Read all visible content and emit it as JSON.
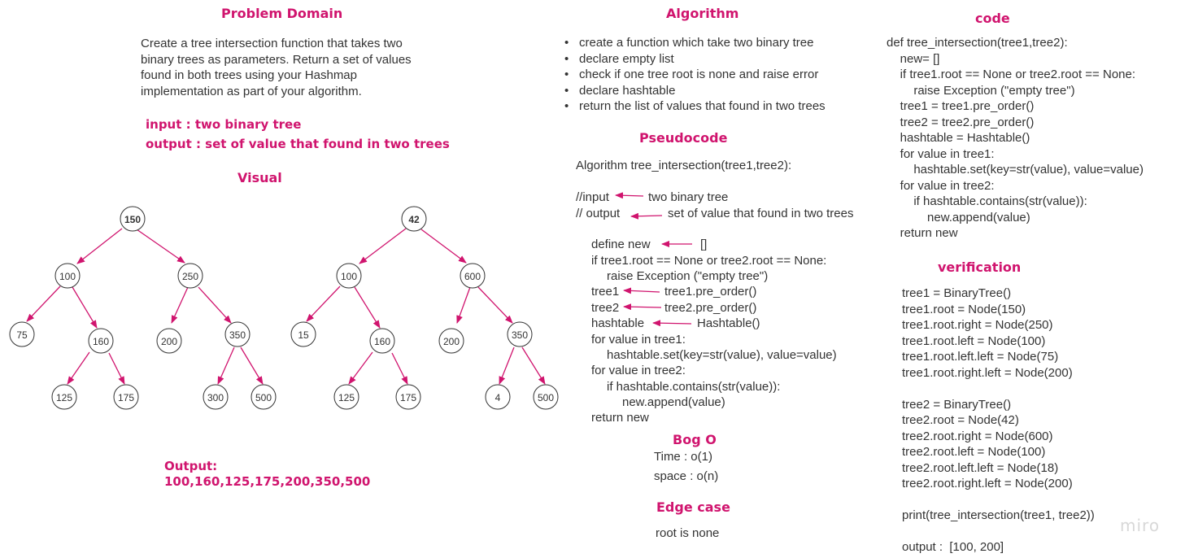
{
  "problem_domain": {
    "title": "Problem Domain",
    "description_lines": [
      "Create a tree intersection function that takes two",
      "binary trees as parameters. Return a set of values",
      "found in both trees using your Hashmap",
      "implementation as part of your algorithm."
    ],
    "input": "input : two binary tree",
    "output": "output : set of value that found in two trees"
  },
  "visual": {
    "title": "Visual",
    "tree1": [
      "150",
      "100",
      "250",
      "75",
      "160",
      "200",
      "350",
      "125",
      "175",
      "300",
      "500"
    ],
    "tree2": [
      "42",
      "100",
      "600",
      "15",
      "160",
      "200",
      "350",
      "125",
      "175",
      "4",
      "500"
    ],
    "output_label": "Output:",
    "output_value": "100,160,125,175,200,350,500"
  },
  "algorithm": {
    "title": "Algorithm",
    "items": [
      "create a function which take two binary tree",
      "declare empty list",
      "check if one tree root is none and raise error",
      "declare hashtable",
      "return the list of values that found in two trees"
    ]
  },
  "pseudocode": {
    "title": "Pseudocode",
    "header": "Algorithm tree_intersection(tree1,tree2):",
    "input_left": "//input",
    "input_right": "two binary tree",
    "output_left": "// output",
    "output_right": "set of value that found in two trees",
    "define_left": "define new",
    "define_right": "[]",
    "if_line": "if tree1.root == None or tree2.root == None:",
    "raise_line": "raise Exception (\"empty tree\")",
    "tree1_left": "tree1",
    "tree1_right": "tree1.pre_order()",
    "tree2_left": "tree2",
    "tree2_right": "tree2.pre_order()",
    "hash_left": "hashtable",
    "hash_right": "Hashtable()",
    "for1": "for value in tree1:",
    "set_line": "hashtable.set(key=str(value), value=value)",
    "for2": "for value in tree2:",
    "if_contains": "if hashtable.contains(str(value)):",
    "append": "new.append(value)",
    "return_line": "return new"
  },
  "big_o": {
    "title": "Bog O",
    "time": "Time : o(1)",
    "space": "space : o(n)"
  },
  "edge_case": {
    "title": "Edge case",
    "text": "root is none"
  },
  "code": {
    "title": "code",
    "lines": [
      "def tree_intersection(tree1,tree2):",
      "    new= []",
      "    if tree1.root == None or tree2.root == None:",
      "        raise Exception (\"empty tree\")",
      "    tree1 = tree1.pre_order()",
      "    tree2 = tree2.pre_order()",
      "    hashtable = Hashtable()",
      "    for value in tree1:",
      "        hashtable.set(key=str(value), value=value)",
      "    for value in tree2:",
      "        if hashtable.contains(str(value)):",
      "            new.append(value)",
      "    return new"
    ]
  },
  "verification": {
    "title": "verification",
    "lines": [
      "tree1 = BinaryTree()",
      "tree1.root = Node(150)",
      "tree1.root.right = Node(250)",
      "tree1.root.left = Node(100)",
      "tree1.root.left.left = Node(75)",
      "tree1.root.right.left = Node(200)",
      "",
      "tree2 = BinaryTree()",
      "tree2.root = Node(42)",
      "tree2.root.right = Node(600)",
      "tree2.root.left = Node(100)",
      "tree2.root.left.left = Node(18)",
      "tree2.root.right.left = Node(200)",
      "",
      "print(tree_intersection(tree1, tree2))",
      "",
      "output :  [100, 200]"
    ]
  },
  "watermark": "miro",
  "colors": {
    "accent": "#d0146e",
    "text": "#333333",
    "node_stroke": "#333333",
    "watermark": "#d8d8d8"
  }
}
